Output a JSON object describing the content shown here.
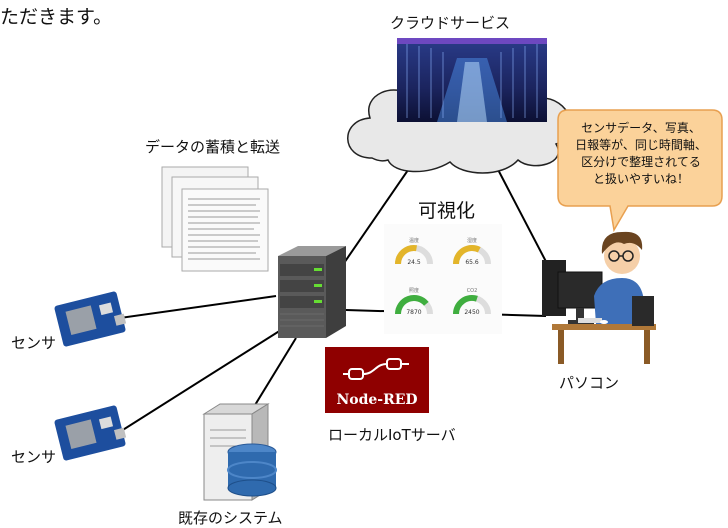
{
  "header_fragment": "ただきます。",
  "cloud": {
    "label": "クラウドサービス"
  },
  "data_transfer": {
    "label": "データの蓄積と転送"
  },
  "visualization": {
    "title": "可視化",
    "gauges": [
      {
        "label": "温度",
        "value": "24.5",
        "color": "#e3b52a",
        "level": 0.55
      },
      {
        "label": "湿度",
        "value": "65.6",
        "color": "#e3b52a",
        "level": 0.65
      },
      {
        "label": "照度",
        "value": "7870",
        "color": "#3fae3f",
        "level": 0.78
      },
      {
        "label": "CO2",
        "value": "2450",
        "color": "#3fae3f",
        "level": 0.6
      }
    ]
  },
  "bubble": {
    "lines": [
      "センサデータ、写真、",
      "日報等が、同じ時間軸、",
      "区分けで整理されてる",
      "と扱いやすいね！"
    ]
  },
  "pc": {
    "label": "パソコン"
  },
  "server": {
    "label": "ローカルIoTサーバ",
    "logo": "Node-RED"
  },
  "sensors": [
    {
      "label": "センサ"
    },
    {
      "label": "センサ"
    }
  ],
  "existing": {
    "label": "既存のシステム"
  }
}
